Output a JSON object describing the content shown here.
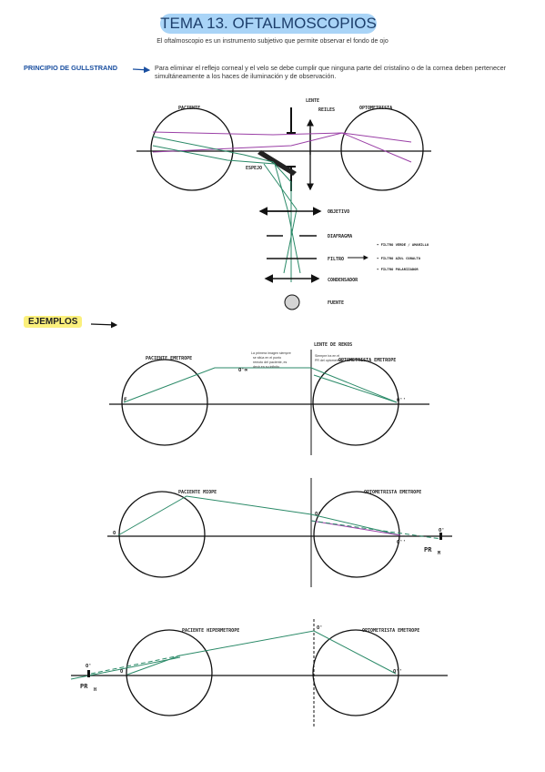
{
  "header": {
    "title": "TEMA 13. OFTALMOSCOPIOS",
    "subtitle": "El oftalmoscopio es un instrumento subjetivo que permite observar el fondo de ojo"
  },
  "principle": {
    "label": "PRINCIPIO DE GULLSTRAND",
    "text": "Para eliminar el reflejo corneal y el velo se debe cumplir que ninguna parte del cristalino o de la cornea deben pertenecer simultáneamente a los haces de iluminación y de observación."
  },
  "diagram1": {
    "paciente": "PACIENTE",
    "lente_line1": "LENTE",
    "lente_line2": "REILES",
    "optometrista": "OPTOMETRISTA",
    "espejo": "ESPEJO",
    "objetivo": "OBJETIVO",
    "diafragma": "DIAFRAGMA",
    "filtro": "FILTRO",
    "condensador": "CONDENSADOR",
    "fuente": "FUENTE",
    "filtros": [
      "• FILTRO VERDE / AMARILLO",
      "• FILTRO AZUL COBALTO",
      "• FILTRO POLARIZADOR"
    ]
  },
  "examples": {
    "label": "EJEMPLOS",
    "ex1": {
      "patient": "PACIENTE EMETROPE",
      "lens": "LENTE DE REKOS",
      "optometrist": "OPTOMETRISTA EMETROPE",
      "note_left": [
        "La primera imagen siempre",
        "se sitúa en el punto",
        "remoto del paciente, es",
        "decir en su infinito."
      ],
      "note_right": [
        "Siempre ira en el",
        "PR del optometrista"
      ],
      "label_f": "F",
      "label_o_prime": "O'∞",
      "label_o_dbl": "O''"
    },
    "ex2": {
      "patient": "PACIENTE MIOPE",
      "optometrist": "OPTOMETRISTA EMETROPE",
      "label_o": "O",
      "label_o_prime": "O'",
      "label_o_prime_lens": "O'",
      "label_o_dbl": "O''",
      "pr_label": "PR",
      "pr_sub": "M"
    },
    "ex3": {
      "patient": "PACIENTE HIPERMETROPE",
      "optometrist": "OPTOMETRISTA EMETROPE",
      "label_o": "O",
      "label_o_prime": "O'",
      "label_o_prime_lens": "O'",
      "label_o_dbl": "O''",
      "pr_label": "PR",
      "pr_sub": "H"
    }
  }
}
